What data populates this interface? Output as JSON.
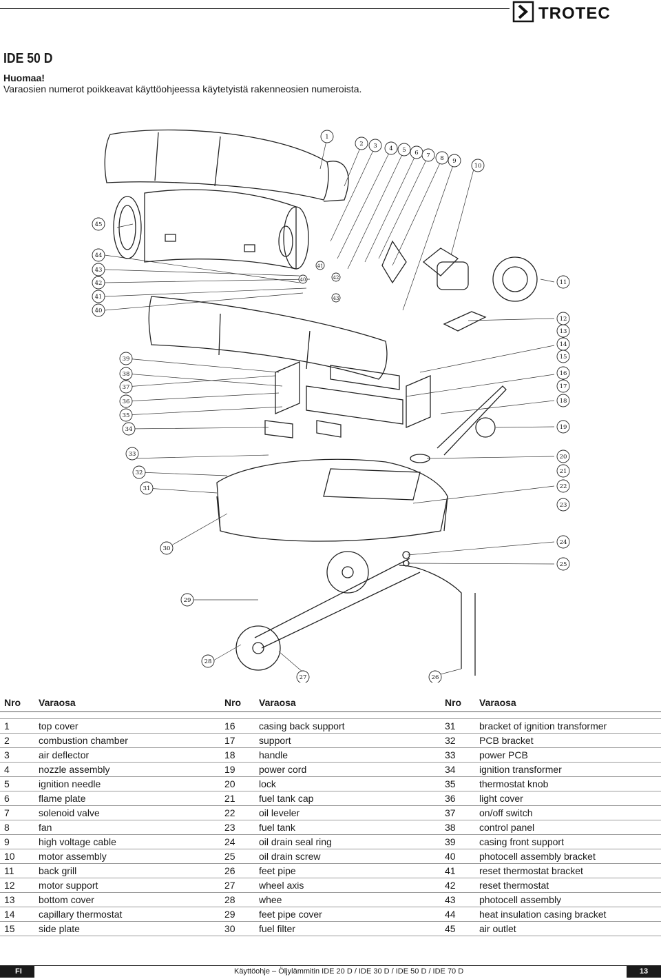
{
  "brand": {
    "name": "TROTEC"
  },
  "heading": {
    "model": "IDE 50 D",
    "note_title": "Huomaa!",
    "note_text": "Varaosien numerot poikkeavat käyttöohjeessa käytetyistä rakenneosien numeroista."
  },
  "diagram": {
    "callouts": [
      "1",
      "2",
      "3",
      "4",
      "5",
      "6",
      "7",
      "8",
      "9",
      "10",
      "11",
      "12",
      "13",
      "14",
      "15",
      "16",
      "17",
      "18",
      "19",
      "20",
      "21",
      "22",
      "23",
      "24",
      "25",
      "26",
      "27",
      "28",
      "29",
      "30",
      "31",
      "32",
      "33",
      "34",
      "35",
      "36",
      "37",
      "38",
      "39",
      "40",
      "41",
      "42",
      "43",
      "44",
      "45"
    ]
  },
  "table": {
    "headers": [
      "Nro",
      "Varaosa",
      "Nro",
      "Varaosa",
      "Nro",
      "Varaosa"
    ],
    "rows": [
      [
        "1",
        "top cover",
        "16",
        "casing back support",
        "31",
        "bracket of ignition transformer"
      ],
      [
        "2",
        "combustion chamber",
        "17",
        "support",
        "32",
        "PCB bracket"
      ],
      [
        "3",
        "air deflector",
        "18",
        "handle",
        "33",
        "power PCB"
      ],
      [
        "4",
        "nozzle assembly",
        "19",
        "power cord",
        "34",
        "ignition transformer"
      ],
      [
        "5",
        "ignition needle",
        "20",
        "lock",
        "35",
        "thermostat knob"
      ],
      [
        "6",
        "flame plate",
        "21",
        "fuel tank cap",
        "36",
        "light cover"
      ],
      [
        "7",
        "solenoid valve",
        "22",
        "oil leveler",
        "37",
        "on/off switch"
      ],
      [
        "8",
        "fan",
        "23",
        "fuel tank",
        "38",
        "control panel"
      ],
      [
        "9",
        "high voltage cable",
        "24",
        "oil drain seal ring",
        "39",
        "casing front support"
      ],
      [
        "10",
        "motor assembly",
        "25",
        "oil drain screw",
        "40",
        "photocell assembly bracket"
      ],
      [
        "11",
        "back grill",
        "26",
        "feet pipe",
        "41",
        "reset thermostat bracket"
      ],
      [
        "12",
        "motor support",
        "27",
        "wheel axis",
        "42",
        "reset thermostat"
      ],
      [
        "13",
        "bottom cover",
        "28",
        "whee",
        "43",
        "photocell assembly"
      ],
      [
        "14",
        "capillary thermostat",
        "29",
        "feet pipe cover",
        "44",
        "heat insulation casing bracket"
      ],
      [
        "15",
        "side plate",
        "30",
        "fuel filter",
        "45",
        "air outlet"
      ]
    ]
  },
  "footer": {
    "lang": "FI",
    "text": "Käyttöohje – Öljylämmitin IDE 20 D / IDE 30 D / IDE 50 D / IDE 70 D",
    "page": "13"
  }
}
